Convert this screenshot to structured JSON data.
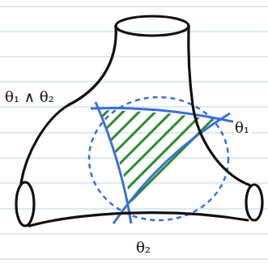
{
  "diagram": {
    "labels": [
      "θ₁ ∧ θ₂",
      "θ₁",
      "θ₂"
    ]
  }
}
